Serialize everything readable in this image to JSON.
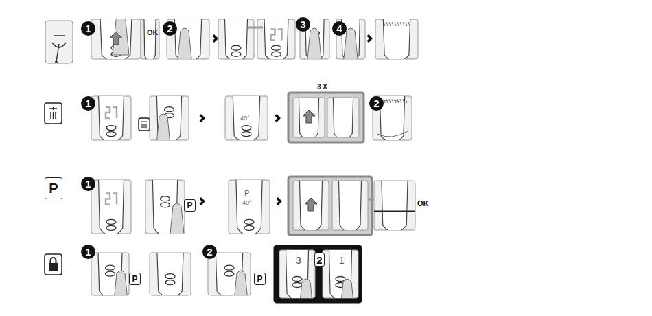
{
  "diagram": {
    "nodes": [
      {
        "text": [
          "P"
        ]
      },
      {
        "text": [
          "P"
        ]
      },
      {
        "text": [
          "P"
        ]
      },
      {
        "text": [
          "P"
        ]
      },
      {
        "text": [
          "2"
        ]
      }
    ],
    "labels": [
      "1",
      "OK",
      "2",
      "3",
      "4",
      "1",
      "40°",
      "3 X",
      "2",
      "1",
      "P",
      "40°",
      "OK",
      "1",
      "2",
      "3",
      "1"
    ]
  }
}
